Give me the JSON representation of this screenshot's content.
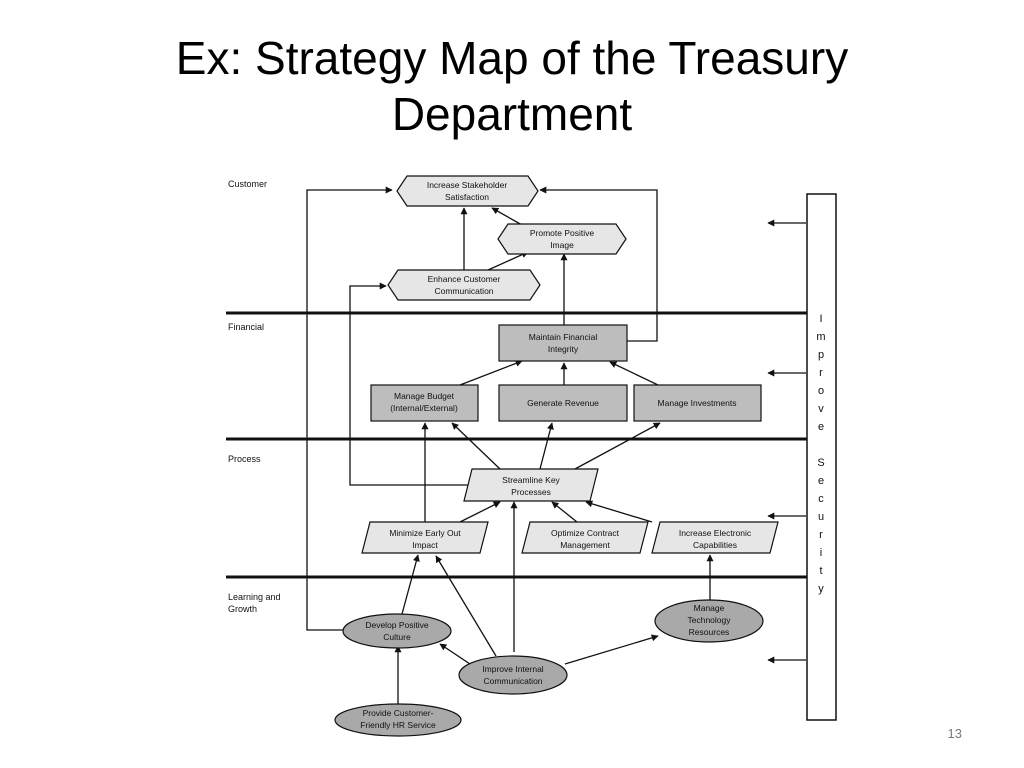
{
  "slide": {
    "title_line1": "Ex: Strategy Map of the Treasury",
    "title_line2": "Department",
    "page_number": "13"
  },
  "perspectives": {
    "customer": "Customer",
    "financial": "Financial",
    "process": "Process",
    "learning_line1": "Learning and",
    "learning_line2": "Growth"
  },
  "nodes": {
    "increase_stakeholder": [
      "Increase Stakeholder",
      "Satisfaction"
    ],
    "promote_image": [
      "Promote Positive",
      "Image"
    ],
    "enhance_communication": [
      "Enhance Customer",
      "Communication"
    ],
    "maintain_integrity": [
      "Maintain Financial",
      "Integrity"
    ],
    "manage_budget": [
      "Manage Budget",
      "(Internal/External)"
    ],
    "generate_revenue": [
      "Generate Revenue"
    ],
    "manage_investments": [
      "Manage Investments"
    ],
    "streamline_processes": [
      "Streamline Key",
      "Processes"
    ],
    "minimize_early_out": [
      "Minimize Early Out",
      "Impact"
    ],
    "optimize_contract": [
      "Optimize Contract",
      "Management"
    ],
    "increase_electronic": [
      "Increase Electronic",
      "Capabilities"
    ],
    "develop_culture": [
      "Develop Positive",
      "Culture"
    ],
    "manage_technology": [
      "Manage",
      "Technology",
      "Resources"
    ],
    "improve_communication": [
      "Improve Internal",
      "Communication"
    ],
    "provide_hr": [
      "Provide Customer-",
      "Friendly HR Service"
    ]
  },
  "security_bar": {
    "letters": [
      "I",
      "m",
      "p",
      "r",
      "o",
      "v",
      "e",
      "",
      "S",
      "e",
      "c",
      "u",
      "r",
      "i",
      "t",
      "y"
    ]
  },
  "colors": {
    "line": "#111111",
    "box_fill": "#bdbdbd",
    "hex_fill": "#e6e6e6",
    "ellipse_fill": "#a9a9a9"
  }
}
